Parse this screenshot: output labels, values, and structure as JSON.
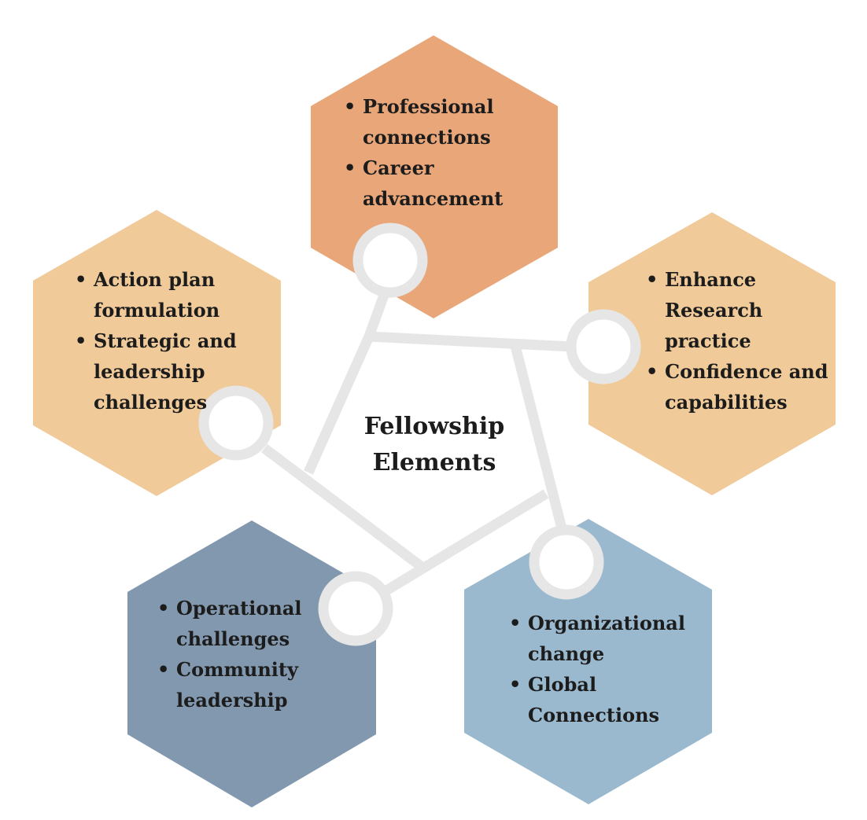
{
  "center": {
    "line1": "Fellowship",
    "line2": "Elements"
  },
  "hexagons": [
    {
      "id": "top",
      "color": "#E8A679",
      "items": [
        {
          "line1": "Professional",
          "line2": "connections"
        },
        {
          "line1": "Career",
          "line2": "advancement"
        }
      ]
    },
    {
      "id": "right",
      "color": "#F0CA98",
      "items": [
        {
          "line1": "Enhance",
          "line2": "Research",
          "line3": "practice"
        },
        {
          "line1": "Confidence and",
          "line2": "capabilities"
        }
      ]
    },
    {
      "id": "left",
      "color": "#F0CA98",
      "items": [
        {
          "line1": "Action plan",
          "line2": "formulation"
        },
        {
          "line1": "Strategic and",
          "line2": "leadership",
          "line3": "challenges"
        }
      ]
    },
    {
      "id": "bottom-left",
      "color": "#8298AE",
      "items": [
        {
          "line1": "Operational",
          "line2": "challenges"
        },
        {
          "line1": "Community",
          "line2": "leadership"
        }
      ]
    },
    {
      "id": "bottom-right",
      "color": "#9AB9CE",
      "items": [
        {
          "line1": "Organizational",
          "line2": "change"
        },
        {
          "line1": "Global",
          "line2": "Connections"
        }
      ]
    }
  ],
  "connector_color": "#E6E6E6"
}
